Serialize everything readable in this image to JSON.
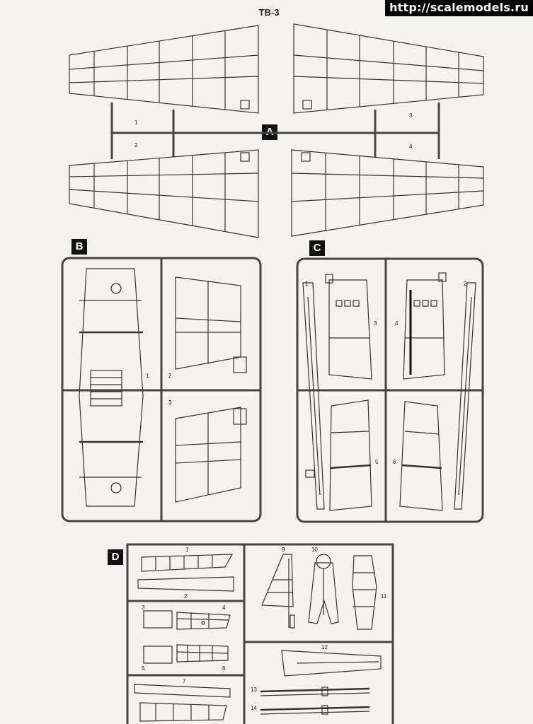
{
  "title": "TB-3",
  "watermark": "http://scalemodels.ru",
  "sprues": [
    {
      "letter": "A",
      "parts": [
        "1",
        "2",
        "3",
        "4"
      ]
    },
    {
      "letter": "B",
      "parts": [
        "1",
        "2",
        "3"
      ]
    },
    {
      "letter": "C",
      "parts": [
        "1",
        "2",
        "3",
        "4",
        "5",
        "6"
      ]
    },
    {
      "letter": "D",
      "parts": [
        "1",
        "2",
        "3",
        "4",
        "5",
        "6",
        "7",
        "9",
        "10",
        "11",
        "12",
        "13",
        "14"
      ]
    }
  ]
}
